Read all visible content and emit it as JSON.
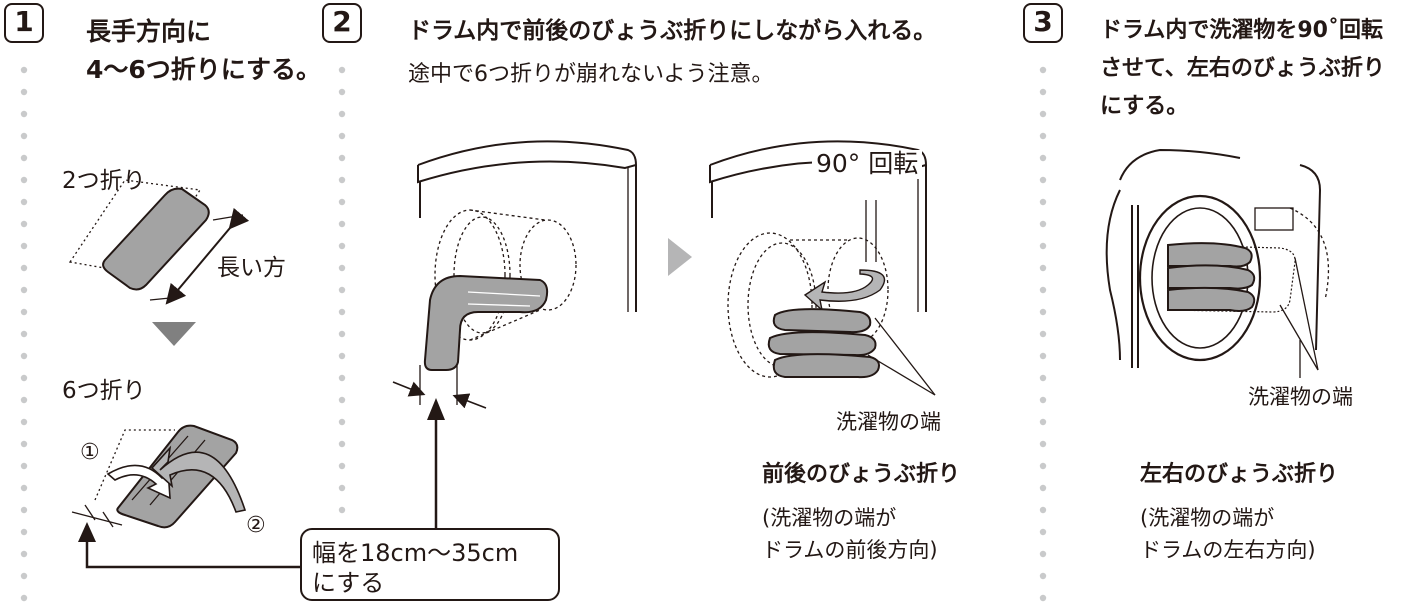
{
  "steps": [
    {
      "number": "1",
      "title_lines": [
        "長手方向に",
        "4〜6つ折りにする。"
      ],
      "labels": {
        "fold2": "2つ折り",
        "long_side": "長い方",
        "fold6": "6つ折り",
        "circled1": "①",
        "circled2": "②"
      }
    },
    {
      "number": "2",
      "title": "ドラム内で前後のびょうぶ折りにしながら入れる。",
      "subtitle": "途中で6つ折りが崩れないよう注意。",
      "rotate_label": "90° 回転",
      "edge_label": "洗濯物の端",
      "result_title": "前後のびょうぶ折り",
      "result_desc_lines": [
        "(洗濯物の端が",
        "ドラムの前後方向)"
      ],
      "width_note_lines": [
        "幅を18cm〜35cm",
        "にする"
      ]
    },
    {
      "number": "3",
      "title_lines": [
        "ドラム内で洗濯物を90˚回転",
        "させて、左右のびょうぶ折り",
        "にする。"
      ],
      "edge_label": "洗濯物の端",
      "result_title": "左右のびょうぶ折り",
      "result_desc_lines": [
        "(洗濯物の端が",
        "ドラムの左右方向)"
      ]
    }
  ],
  "colors": {
    "ink": "#231815",
    "fill_gray": "#a3a3a3",
    "dots": "#c9cacb",
    "arrow_gray": "#b5b5b6"
  }
}
